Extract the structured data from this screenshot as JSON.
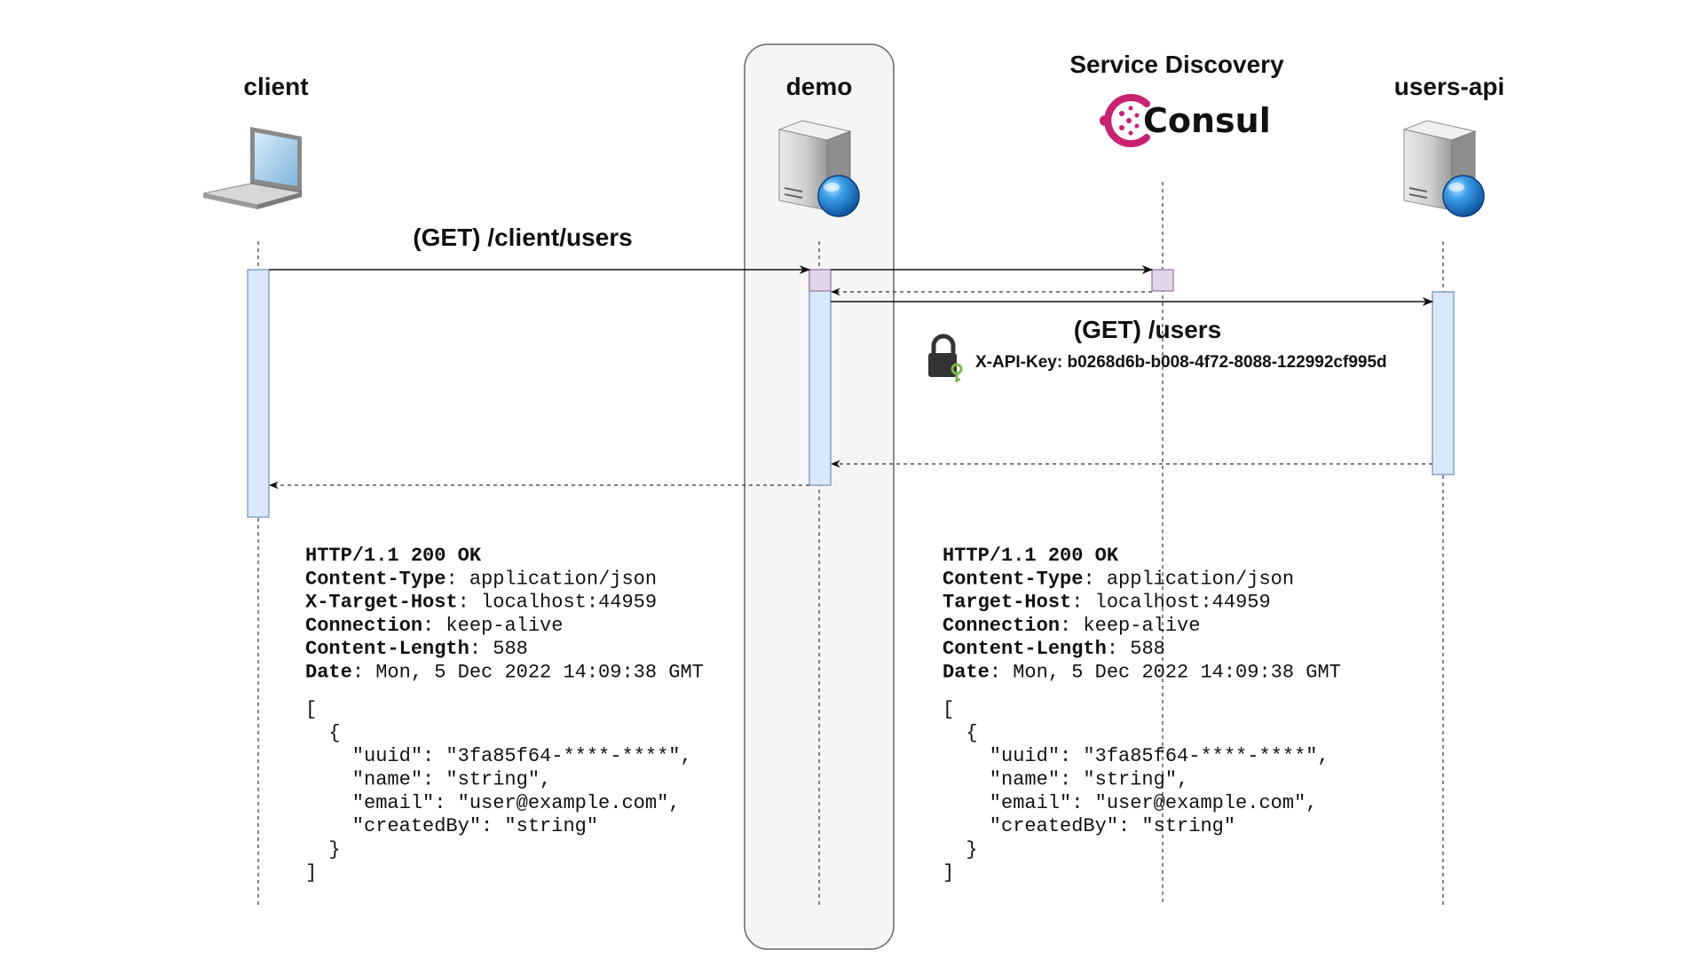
{
  "participants": {
    "client": {
      "label": "client",
      "icon": "laptop-icon"
    },
    "demo": {
      "label": "demo",
      "icon": "server-globe-icon"
    },
    "discovery": {
      "label": "Service Discovery",
      "logo_text": "Consul",
      "icon": "consul-logo-icon"
    },
    "users_api": {
      "label": "users-api",
      "icon": "server-globe-icon"
    }
  },
  "messages": {
    "client_request": "(GET) /client/users",
    "demo_request": "(GET) /users",
    "api_key_header": "X-API-Key: b0268d6b-b008-4f72-8088-122992cf995d"
  },
  "responses": {
    "client_response": {
      "status": "HTTP/1.1 200 OK",
      "headers": [
        {
          "name": "Content-Type",
          "value": ": application/json"
        },
        {
          "name": "X-Target-Host",
          "value": ": localhost:44959"
        },
        {
          "name": "Connection",
          "value": ": keep-alive"
        },
        {
          "name": "Content-Length",
          "value": ": 588"
        },
        {
          "name": "Date",
          "value": ": Mon, 5 Dec 2022 14:09:38 GMT"
        }
      ],
      "body": [
        "[",
        "  {",
        "    \"uuid\": \"3fa85f64-****-****\",",
        "    \"name\": \"string\",",
        "    \"email\": \"user@example.com\",",
        "    \"createdBy\": \"string\"",
        "  }",
        "]"
      ]
    },
    "api_response": {
      "status": "HTTP/1.1 200 OK",
      "headers": [
        {
          "name": "Content-Type",
          "value": ": application/json"
        },
        {
          "name": "Target-Host",
          "value": ": localhost:44959"
        },
        {
          "name": "Connection",
          "value": ": keep-alive"
        },
        {
          "name": "Content-Length",
          "value": ": 588"
        },
        {
          "name": "Date",
          "value": ": Mon, 5 Dec 2022 14:09:38 GMT"
        }
      ],
      "body": [
        "[",
        "  {",
        "    \"uuid\": \"3fa85f64-****-****\",",
        "    \"name\": \"string\",",
        "    \"email\": \"user@example.com\",",
        "    \"createdBy\": \"string\"",
        "  }",
        "]"
      ]
    }
  },
  "colors": {
    "activation_fill": "#dae8fc",
    "activation_stroke": "#6c8ebf",
    "discovery_activation_fill": "#e1d5e7",
    "discovery_activation_stroke": "#9673a6",
    "demo_highlight_fill": "#f5f5f5",
    "demo_highlight_stroke": "#666666",
    "consul_accent": "#ca2171",
    "lock_body": "#333333",
    "key_accent": "#7ab648"
  }
}
